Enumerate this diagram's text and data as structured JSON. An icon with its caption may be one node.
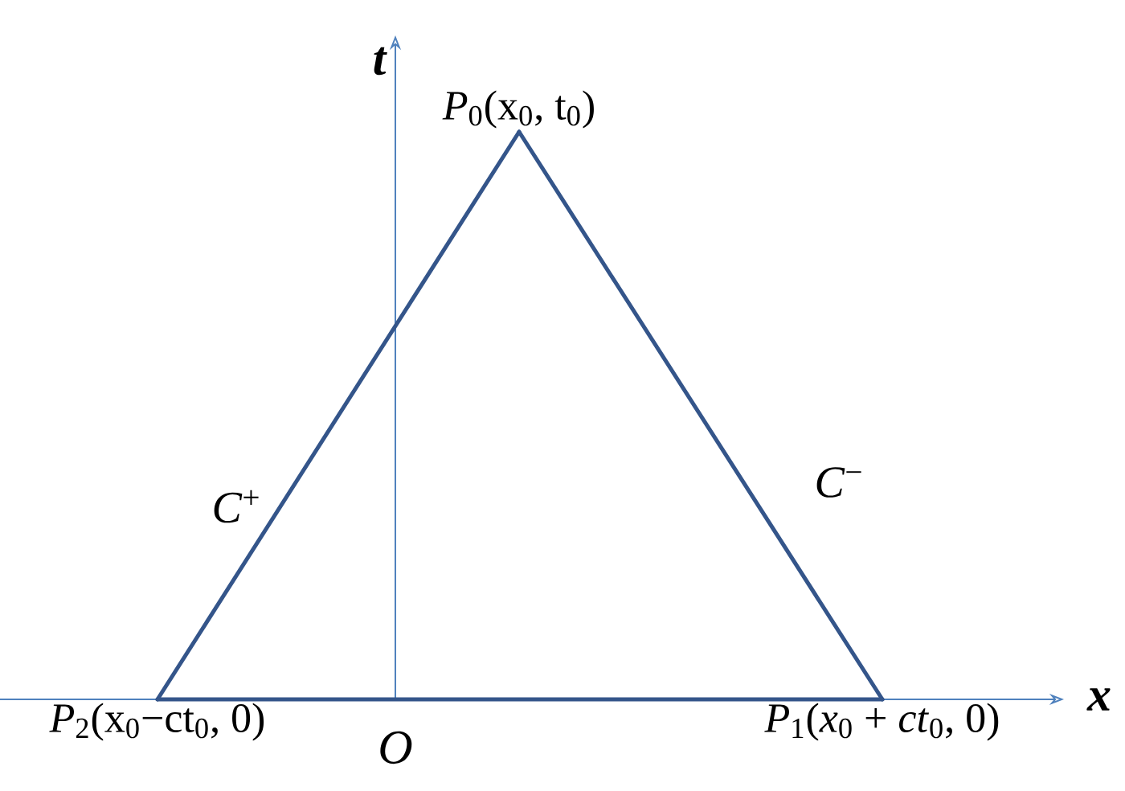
{
  "diagram": {
    "nodes": [
      {
        "text": [
          "*P*$_{0}$(x$_{0}$, t$_{0}$)"
        ]
      },
      {
        "text": [
          "*P*$_{1}$(*x*$_{0}$ + *ct*$_{0}$, 0)"
        ]
      },
      {
        "text": [
          "*P*$_{2}$(x$_{0}$−ct$_{0}$, 0)"
        ]
      }
    ],
    "edges": [
      {
        "from": 2,
        "to": 0,
        "arrow": "none",
        "label": "*C*$^{+}$"
      },
      {
        "from": 0,
        "to": 1,
        "arrow": "none",
        "label": "*C*$^{−}$"
      },
      {
        "from": 2,
        "to": 1,
        "arrow": "none"
      }
    ],
    "labels": [
      "t",
      "x",
      "O"
    ]
  }
}
